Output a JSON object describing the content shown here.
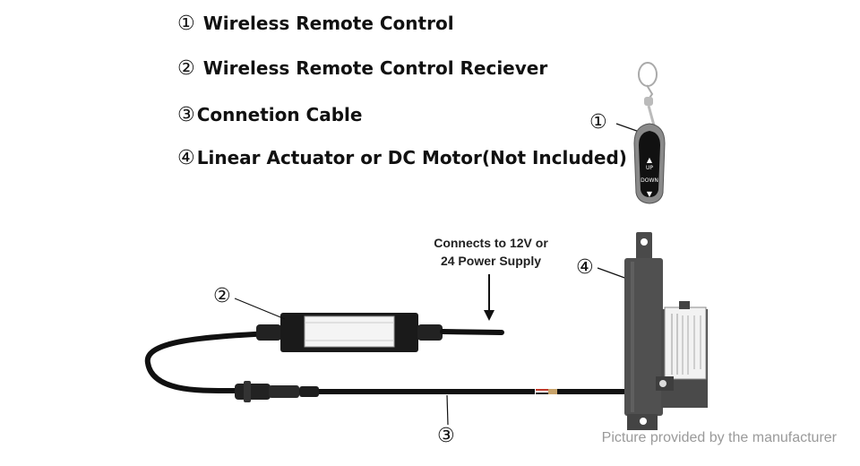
{
  "legend": [
    {
      "num": "①",
      "text": "Wireless Remote Control"
    },
    {
      "num": "②",
      "text": "Wireless Remote Control Reciever"
    },
    {
      "num": "③",
      "text": "Connetion Cable"
    },
    {
      "num": "④",
      "text": "Linear Actuator or DC Motor(Not Included)"
    }
  ],
  "supply_note": {
    "line1": "Connects to 12V or",
    "line2": "24 Power Supply"
  },
  "callouts": {
    "remote": "①",
    "receiver": "②",
    "cable": "③",
    "actuator": "④"
  },
  "remote_buttons": {
    "up": "UP",
    "down": "DOWN"
  },
  "credit": "Picture provided by the manufacturer"
}
